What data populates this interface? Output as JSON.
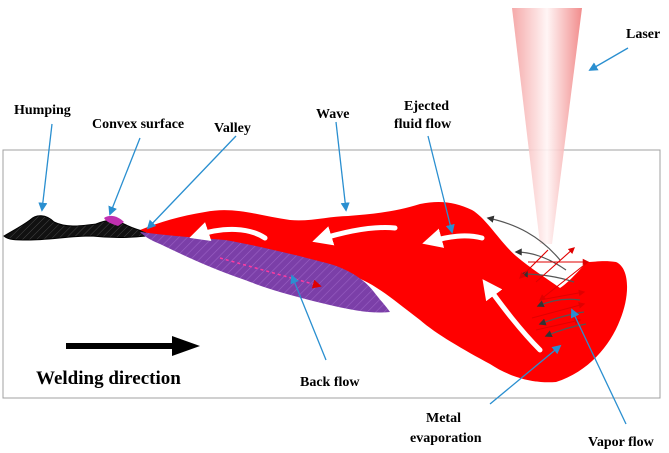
{
  "labels": {
    "laser": "Laser",
    "humping": "Humping",
    "convex_surface": "Convex surface",
    "valley": "Valley",
    "wave": "Wave",
    "ejected_line1": "Ejected",
    "ejected_line2": "fluid flow",
    "welding_direction": "Welding direction",
    "back_flow": "Back flow",
    "metal_evap_line1": "Metal",
    "metal_evap_line2": "evaporation",
    "vapor_flow": "Vapor flow"
  },
  "colors": {
    "molten_pool": "#ff0000",
    "back_flow_region": "#7b3fa8",
    "solidified_bead": "#111111",
    "leader_line": "#2a8fd0",
    "laser_beam": "#f08080",
    "vapor_arrow": "#555555",
    "evaporation_arrow": "#e00000",
    "flow_arrow": "#ffffff",
    "frame": "#a0a0a0"
  }
}
